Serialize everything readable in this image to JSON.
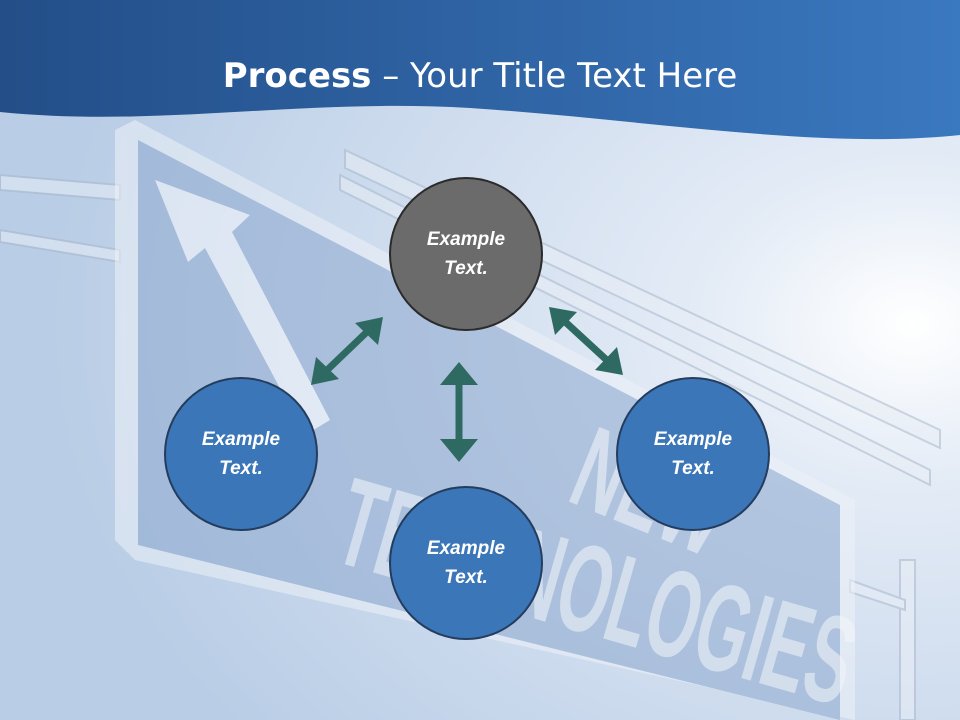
{
  "slide": {
    "title_bold": "Process",
    "title_rest": " – Your Title Text Here",
    "background_sign_text": [
      "NEW",
      "TECHNOLOGIES"
    ]
  },
  "nodes": {
    "top": {
      "line1": "Example",
      "line2": "Text."
    },
    "left": {
      "line1": "Example",
      "line2": "Text."
    },
    "right": {
      "line1": "Example",
      "line2": "Text."
    },
    "bottom": {
      "line1": "Example",
      "line2": "Text."
    }
  },
  "colors": {
    "header_blue": "#2a5590",
    "node_blue": "#3b76b8",
    "node_gray": "#6b6b6b",
    "arrow_teal": "#2f6a62"
  }
}
